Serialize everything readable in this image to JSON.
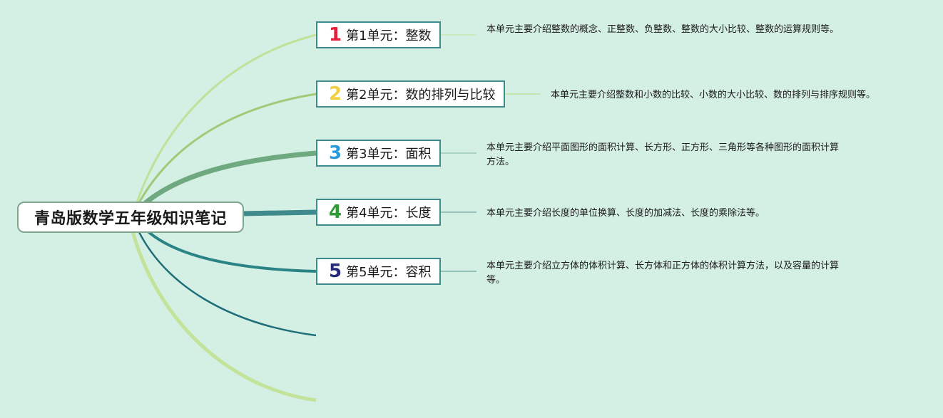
{
  "root": {
    "title": "青岛版数学五年级知识笔记"
  },
  "units": [
    {
      "number": "1",
      "number_color": "#e0203a",
      "title": "第1单元：整数",
      "description": "本单元主要介绍整数的概念、正整数、负整数、整数的大小比较、整数的运算规则等。"
    },
    {
      "number": "2",
      "number_color": "#f0d040",
      "title": "第2单元：数的排列与比较",
      "description": "本单元主要介绍整数和小数的比较、小数的大小比较、数的排列与排序规则等。"
    },
    {
      "number": "3",
      "number_color": "#2b9ad8",
      "title": "第3单元：面积",
      "description": "本单元主要介绍平面图形的面积计算、长方形、正方形、三角形等各种图形的面积计算方法。"
    },
    {
      "number": "4",
      "number_color": "#2f9a36",
      "title": "第4单元：长度",
      "description": "本单元主要介绍长度的单位换算、长度的加减法、长度的乘除法等。"
    },
    {
      "number": "5",
      "number_color": "#262a7a",
      "title": "第5单元：容积",
      "description": "本单元主要介绍立方体的体积计算、长方体和正方体的体积计算方法，以及容量的计算等。"
    }
  ]
}
